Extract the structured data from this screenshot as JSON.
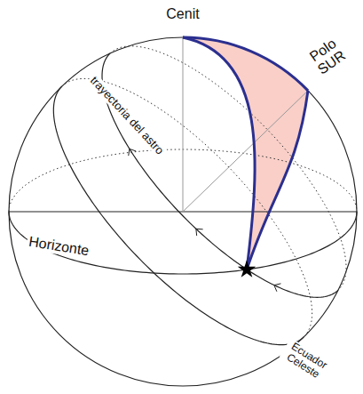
{
  "diagram": {
    "labels": [
      "Cenit",
      "Polo SUR",
      "trayectoria del astro",
      "Horizonte",
      "Ecuador Celeste"
    ]
  }
}
